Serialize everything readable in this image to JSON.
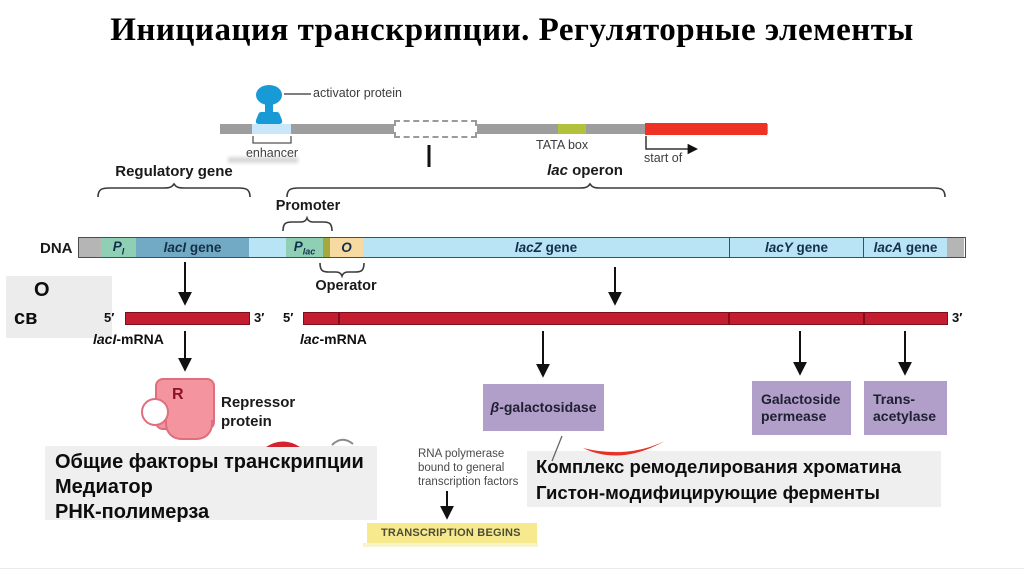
{
  "title": "Инициация транскрипции. Регуляторные элементы",
  "top": {
    "activator_protein": "activator protein",
    "enhancer": "enhancer",
    "tata_box": "TATA box",
    "start_of": "start of"
  },
  "braces": {
    "regulatory_gene": "Regulatory gene",
    "lac": "lac",
    "operon": " operon",
    "promoter": "Promoter",
    "operator": "Operator"
  },
  "dna": {
    "label": "DNA",
    "pi_main": "P",
    "pi_sub": "I",
    "laci_italic": "lacI",
    "laci_rest": " gene",
    "plac_main": "P",
    "plac_sub": "lac",
    "o": "O",
    "lacz_italic": "lacZ",
    "lacz_rest": " gene",
    "lacy_italic": "lacY",
    "lacy_rest": " gene",
    "laca_italic": "lacA",
    "laca_rest": " gene"
  },
  "mrna": {
    "laci": {
      "five": "5′",
      "three": "3′",
      "label_italic": "lacI",
      "label_rest": "-mRNA"
    },
    "lac": {
      "five": "5′",
      "three": "3′",
      "label_italic": "lac",
      "label_rest": "-mRNA"
    }
  },
  "repressor": {
    "r": "R",
    "line1": "Repressor",
    "line2": "protein"
  },
  "products": {
    "bgal_beta": "β",
    "bgal_rest": "-galactosidase",
    "permease_line1": "Galactoside",
    "permease_line2": "permease",
    "trans_line1": "Trans-",
    "trans_line2": "acetylase"
  },
  "notes": {
    "rna_pol_line1": "RNA polymerase",
    "rna_pol_line2": "bound to general",
    "rna_pol_line3": "transcription factors",
    "transcription_begins": "TRANSCRIPTION BEGINS"
  },
  "overlay": {
    "left_line1": "Общие факторы транскрипции",
    "left_line2": "Медиатор",
    "left_line3": "РНК-полимерза",
    "right_line1": "Комплекс ремоделирования хроматина",
    "right_line2": "Гистон-модифицирующие ферменты"
  },
  "clipped": {
    "line1": "О",
    "line2": "св"
  },
  "colors": {
    "top_bar_gray": "#9d9d9d",
    "enhancer_blue": "#c9e7f8",
    "activator_blue": "#189ad7",
    "tata_green": "#b3c23c",
    "start_red": "#ee3326",
    "dna_gray": "#b5b5b5",
    "dna_green": "#8fd0b5",
    "dna_steel": "#72a9c4",
    "dna_lightblue": "#b9e4f6",
    "dna_olive": "#a3a93d",
    "dna_orange": "#f7d9a2",
    "mrna_red": "#c51d30",
    "purple": "#b29fc9",
    "repressor_pink": "#f4949f",
    "gray_box": "#efefef",
    "yellow": "#f7e98e"
  }
}
